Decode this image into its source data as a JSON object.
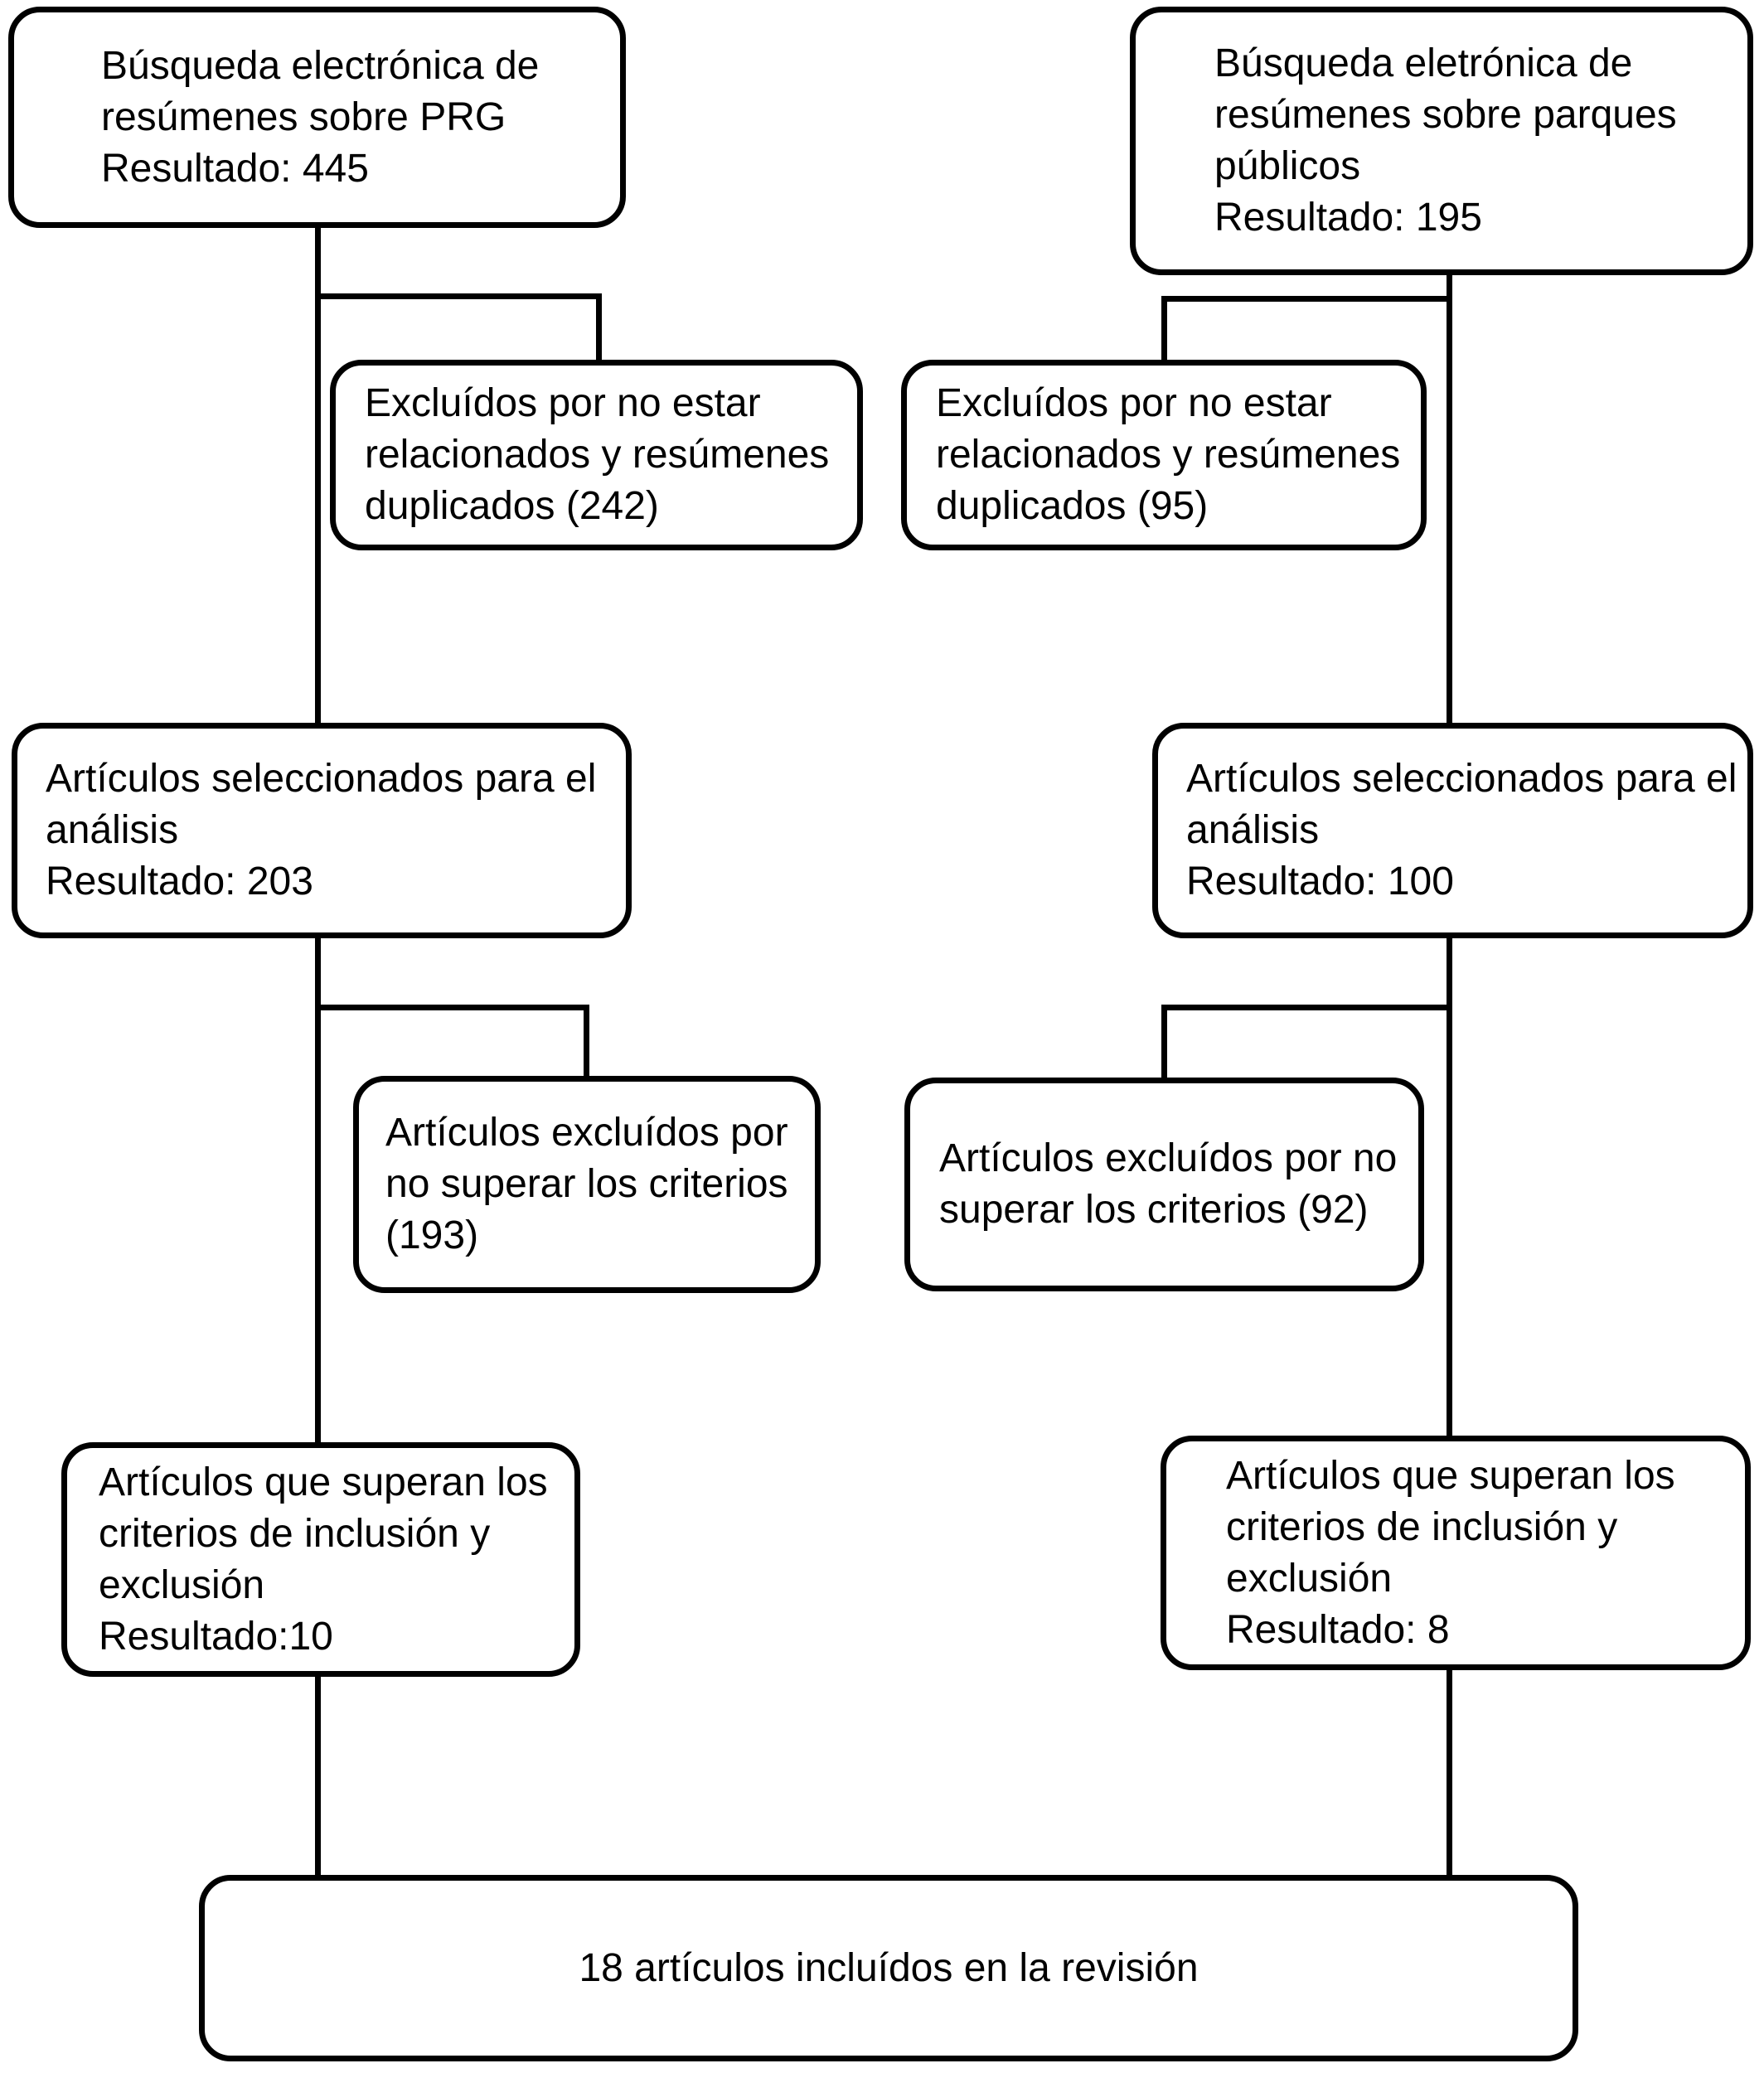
{
  "diagram": {
    "type": "flowchart",
    "colors": {
      "background": "#ffffff",
      "line": "#000000",
      "text": "#000000",
      "box_fill": "#ffffff"
    },
    "boxes": {
      "search_prg": {
        "lines": [
          "Búsqueda electrónica de",
          "resúmenes sobre PRG",
          "Resultado: 445"
        ]
      },
      "search_parks": {
        "lines": [
          "Búsqueda eletrónica de",
          "resúmenes sobre parques",
          "públicos",
          "Resultado: 195"
        ]
      },
      "excluded_unrelated_prg": {
        "lines": [
          "Excluídos por no estar",
          "relacionados y resúmenes",
          "duplicados (242)"
        ]
      },
      "excluded_unrelated_parks": {
        "lines": [
          "Excluídos por no estar",
          "relacionados y resúmenes",
          "duplicados (95)"
        ]
      },
      "selected_analysis_prg": {
        "lines": [
          "Artículos seleccionados para el",
          "análisis",
          "Resultado: 203"
        ]
      },
      "selected_analysis_parks": {
        "lines": [
          "Artículos seleccionados para el",
          "análisis",
          "Resultado: 100"
        ]
      },
      "excluded_criteria_prg": {
        "lines": [
          "Artículos excluídos por",
          "no superar los criterios",
          "(193)"
        ]
      },
      "excluded_criteria_parks": {
        "lines": [
          "Artículos excluídos por no",
          "superar los criterios (92)"
        ]
      },
      "passed_criteria_prg": {
        "lines": [
          "Artículos que superan los",
          "criterios de inclusión y",
          "exclusión",
          "Resultado:10"
        ]
      },
      "passed_criteria_parks": {
        "lines": [
          "Artículos que superan los",
          "criterios de inclusión y",
          "exclusión",
          "Resultado: 8"
        ]
      },
      "included_total": {
        "lines": [
          "18 artículos incluídos en la revisión"
        ]
      }
    }
  }
}
